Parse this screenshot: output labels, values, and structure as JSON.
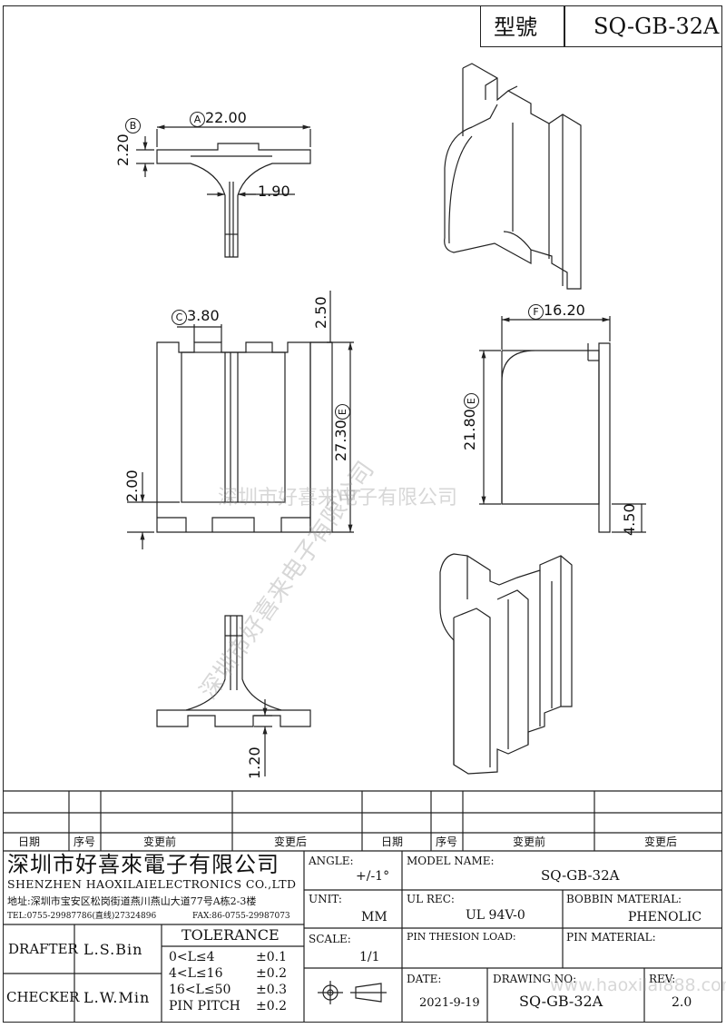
{
  "header": {
    "model_label": "型號",
    "model_value": "SQ-GB-32A"
  },
  "dimensions": {
    "a": "A",
    "a_val": "22.00",
    "b": "B",
    "b_val": "2.20",
    "d190": "1.90",
    "c": "C",
    "c_val": "3.80",
    "d250": "2.50",
    "e": "E",
    "e_val": "27.30",
    "d200": "2.00",
    "f": "F",
    "f_val": "16.20",
    "g_val": "21.80",
    "g": "E",
    "d450": "4.50",
    "d120": "1.20"
  },
  "watermark": {
    "center": "深圳市好喜来电子有限公司",
    "diagonal": "深圳市好喜来电子有限公司",
    "url": "www.haoxilai888.com"
  },
  "revision_table": {
    "headers": [
      "日期",
      "序号",
      "变更前",
      "变更后",
      "日期",
      "序号",
      "变更前",
      "变更后"
    ]
  },
  "company": {
    "name_cn": "深圳市好喜來電子有限公司",
    "name_en": "SHENZHEN HAOXILAIELECTRONICS CO.,LTD",
    "address": "地址:深圳市宝安区松岗街道燕川燕山大道77号A栋2-3楼",
    "tel": "TEL:0755-29987786(直线)27324896",
    "fax": "FAX:86-0755-29987073"
  },
  "people": {
    "drafter_label": "DRAFTER",
    "drafter_value": "L.S.Bin",
    "checker_label": "CHECKER",
    "checker_value": "L.W.Min"
  },
  "tolerance": {
    "title": "TOLERANCE",
    "rows": [
      {
        "range": "0<L≤4",
        "value": "±0.1"
      },
      {
        "range": "4<L≤16",
        "value": "±0.2"
      },
      {
        "range": "16<L≤50",
        "value": "±0.3"
      },
      {
        "range": "PIN PITCH",
        "value": "±0.2"
      }
    ]
  },
  "specs": {
    "angle_label": "ANGLE:",
    "angle_value": "+/-1°",
    "unit_label": "UNIT:",
    "unit_value": "MM",
    "scale_label": "SCALE:",
    "scale_value": "1/1",
    "model_label": "MODEL NAME:",
    "model_value": "SQ-GB-32A",
    "ul_label": "UL REC:",
    "ul_value": "UL 94V-0",
    "bobbin_label": "BOBBIN MATERIAL:",
    "bobbin_value": "PHENOLIC",
    "pin_load_label": "PIN THESION LOAD:",
    "pin_material_label": "PIN MATERIAL:",
    "date_label": "DATE:",
    "date_value": "2021-9-19",
    "drawing_label": "DRAWING NO:",
    "drawing_value": "SQ-GB-32A",
    "rev_label": "REV:",
    "rev_value": "2.0"
  }
}
